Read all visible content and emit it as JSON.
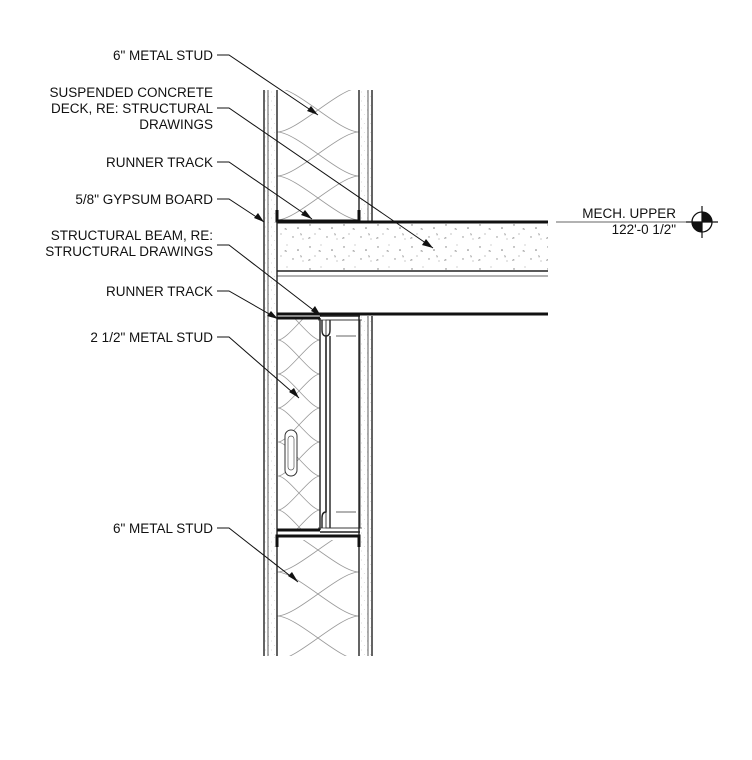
{
  "labels": {
    "stud_top": "6\" METAL STUD",
    "deck_1": "SUSPENDED CONCRETE",
    "deck_2": "DECK, RE: STRUCTURAL",
    "deck_3": "DRAWINGS",
    "runner_top": "RUNNER TRACK",
    "gypsum": "5/8\" GYPSUM BOARD",
    "beam_1": "STRUCTURAL BEAM, RE:",
    "beam_2": "STRUCTURAL DRAWINGS",
    "runner_mid": "RUNNER TRACK",
    "stud_mid": "2 1/2\" METAL STUD",
    "stud_bottom": "6\" METAL STUD"
  },
  "level": {
    "name": "MECH. UPPER",
    "elevation": "122'-0 1/2\""
  }
}
